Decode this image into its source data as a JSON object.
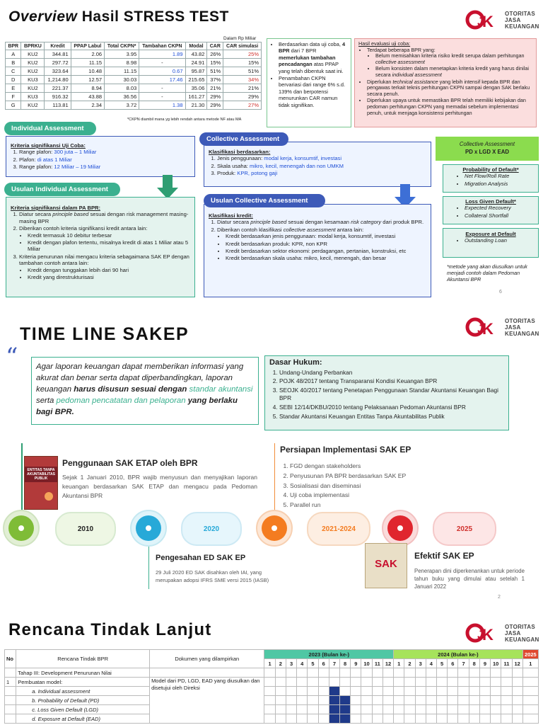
{
  "slide1": {
    "title_italic": "Overview",
    "title_rest": " Hasil STRESS TEST",
    "note_top": "Dalam Rp Miliar",
    "table": {
      "headers": [
        "BPR",
        "BPRKU",
        "Kredit",
        "PPAP Labul",
        "Total CKPN*",
        "Tambahan CKPN",
        "Modal",
        "CAR",
        "CAR simulasi"
      ],
      "rows": [
        [
          "A",
          "KU2",
          "344.81",
          "2.06",
          "3.95",
          "1.89",
          "43.82",
          "26%",
          "25%"
        ],
        [
          "B",
          "KU2",
          "297.72",
          "11.15",
          "8.98",
          "-",
          "24.91",
          "15%",
          "15%"
        ],
        [
          "C",
          "KU2",
          "323.64",
          "10.48",
          "11.15",
          "0.67",
          "95.87",
          "51%",
          "51%"
        ],
        [
          "D",
          "KU3",
          "1,214.80",
          "12.57",
          "30.03",
          "17.46",
          "215.65",
          "37%",
          "34%"
        ],
        [
          "E",
          "KU2",
          "221.37",
          "8.94",
          "8.03",
          "-",
          "35.06",
          "21%",
          "21%"
        ],
        [
          "F",
          "KU3",
          "916.32",
          "43.88",
          "36.56",
          "-",
          "161.27",
          "29%",
          "29%"
        ],
        [
          "G",
          "KU2",
          "113.81",
          "2.34",
          "3.72",
          "1.38",
          "21.30",
          "29%",
          "27%"
        ]
      ],
      "footnote": "*CKPN diambil mana yg lebih rendah antara metode NF atau MA"
    },
    "mid_box": {
      "b1_pre": "Berdasarkan data uji coba, ",
      "b1_bold": "4 BPR",
      "b1_mid": " dari 7 BPR ",
      "b1_bold2": "memerlukan tambahan pencadangan",
      "b1_post": " atas PPAP yang telah dibentuk saat ini.",
      "b2": "Penambahan CKPN bervariasi dari range 6% s.d. 139% dan berpotensi menurunkan CAR namun tidak signifikan."
    },
    "eval_box": {
      "title": "Hasil evaluasi uji coba:",
      "i1": "Terdapat beberapa BPR yang:",
      "i1a_pre": "Belum memisahkan kriteria risiko kredit serupa dalam perhitungan ",
      "i1a_it": "collective assessment",
      "i1b_pre": "Belum konsisten dalam menetapkan kriteria kredit yang harus dinilai secara ",
      "i1b_it": "individual assessment",
      "i2_pre": "Diperlukan ",
      "i2_it": "technical assistance",
      "i2_post": " yang lebih intensif kepada BPR dan pengawas terkait teknis perhitungan CKPN sampai dengan SAK berlaku secara penuh.",
      "i3": "Diperlukan upaya untuk memastikan BPR telah memiliki kebijakan dan pedoman perhitungan CKPN yang memadai sebelum implementasi penuh, untuk menjaga konsistensi perhitungan"
    },
    "ind_pill": "Individual Assessment",
    "ind_box": {
      "title": "Kriteria signifikansi Uji Coba:",
      "items": [
        [
          "Range plafon: ",
          "300 juta – 1 Miliar"
        ],
        [
          "Plafon: ",
          "di atas 1 Miliar"
        ],
        [
          "Range plafon: ",
          "12 Miliar – 19 Miliar"
        ]
      ]
    },
    "usul_ind_pill": "Usulan Individual Assessment",
    "usul_ind_box": {
      "title": "Kriteria signifikansi dalam PA BPR:",
      "i1_pre": "Diatur secara ",
      "i1_it": "principle based",
      "i1_post": " sesuai dengan risk management masing-masing BPR",
      "i2": "Diberikan contoh kriteria signifikansi kredit antara lain:",
      "i2a": "Kredit termasuk 10 debitur terbesar",
      "i2b": "Kredit dengan plafon tertentu, misalnya kredit di atas 1 Miliar atau 5 Miliar",
      "i3": "Kriteria penurunan nilai mengacu kriteria sebagaimana SAK EP dengan tambahan contoh antara lain:",
      "i3a": "Kredit dengan tunggakan lebih dari 90 hari",
      "i3b": "Kredit yang direstrukturisasi"
    },
    "coll_pill": "Collective Assessment",
    "coll_box": {
      "title": "Klasifikasi berdasarkan:",
      "items": [
        [
          "Jenis penggunaan: ",
          "modal kerja, konsumtif, investasi"
        ],
        [
          "Skala usaha: ",
          "mikro, kecil, menengah dan non UMKM"
        ],
        [
          "Produk: ",
          "KPR, potong gaji"
        ]
      ]
    },
    "usul_coll_pill": "Usulan Collective Assessment",
    "usul_coll_box": {
      "title": "Klasifikasi kredit:",
      "i1_pre": "Diatur secara ",
      "i1_it": "principle based",
      "i1_mid": " sesuai dengan kesamaan ",
      "i1_it2": "risk category",
      "i1_post": " dari produk BPR.",
      "i2_pre": "Diberikan contoh klasifikasi ",
      "i2_it": "collective assessment",
      "i2_post": " antara lain:",
      "subs": [
        "Kredit berdasarkan jenis penggunaan: modal kerja, konsumtif, investasi",
        "Kredit berdasarkan produk: KPR, non KPR",
        "Kredit berdasarkan sektor ekonomi: perdagangan, pertanian, konstruksi, etc",
        "Kredit berdasarkan skala usaha: mikro, kecil, menengah, dan besar"
      ]
    },
    "formula_title": "Collective Assessment",
    "formula_sub": "PD x LGD X EAD",
    "pd_title": "Probability of Default*",
    "pd_items": [
      "Net Flow/Roll Rate",
      "Migration Analysis"
    ],
    "lgd_title": "Loss Given Default*",
    "lgd_items": [
      "Expected Recovery",
      "Collateral Shortfall"
    ],
    "ead_title": "Exposure at Default",
    "ead_items": [
      "Outstanding Loan"
    ],
    "metode_note": "*metode yang akan diusulkan untuk menjadi contoh dalam Pedoman Akuntansi BPR",
    "page": "6"
  },
  "ojk": {
    "l1": "OTORITAS",
    "l2": "JASA",
    "l3": "KEUANGAN"
  },
  "slide2": {
    "title": "TIME LINE SAKEP",
    "quote_mark": "“",
    "quote_pre": "Agar laporan keuangan dapat memberikan informasi yang akurat dan benar serta dapat diperbandingkan, laporan keuangan ",
    "quote_bold": "harus disusun sesuai dengan",
    "quote_green1": "standar akuntansi",
    "quote_serta": " serta ",
    "quote_green2": "pedoman pencatatan dan pelaporan",
    "quote_tail": " yang berlaku bagi BPR.",
    "dasar_title": "Dasar Hukum:",
    "dasar": [
      "Undang-Undang Perbankan",
      "POJK 48/2017 tentang Transparansi Kondisi Keuangan BPR",
      "SEOJK 40/2017 tentang Penetapan Penggunaan Standar Akuntansi Keuangan Bagi BPR",
      "SEBI 12/14/DKBU/2010 tentang Pelaksanaan Pedoman Akuntansi BPR",
      "Standar Akuntansi Keuangan Entitas Tanpa Akuntabilitas Publik"
    ],
    "etap_title": "Penggunaan SAK ETAP oleh BPR",
    "etap_text": "Sejak 1 Januari 2010, BPR wajib menyusun dan menyajikan laporan keuangan berdasarkan SAK ETAP dan mengacu pada Pedoman Akuntansi BPR",
    "etap_book": "ENTITAS TANPA AKUNTABILITAS PUBLIK",
    "persiapan_title": "Persiapan Implementasi SAK EP",
    "persiapan": [
      "FGD dengan stakeholders",
      "Penyusunan PA BPR berdasarkan SAK EP",
      "Sosialisasi dan diseminasi",
      "Uji coba implementasi",
      "Parallel run"
    ],
    "years": [
      "2010",
      "2020",
      "2021-2024",
      "2025"
    ],
    "pengesahan_title": "Pengesahan ED SAK EP",
    "pengesahan_text": "29 Juli 2020 ED SAK disahkan oleh IAI, yang merupakan adopsi IFRS SME versi 2015 (IASB)",
    "efektif_title": "Efektif SAK EP",
    "efektif_text": "Penerapan dini diperkenankan untuk periode tahun buku yang dimulai atau setelah 1 Januari 2022",
    "sak_book": "SAK",
    "page": "2"
  },
  "slide3": {
    "title": "Rencana Tindak Lanjut",
    "col_no": "No",
    "col_rencana": "Rencana Tindak BPR",
    "col_dok": "Dokumen yang dilampirkan",
    "y2023": "2023 (Bulan ke-)",
    "y2024": "2024 (Bulan ke-)",
    "y2025": "2025",
    "months23": [
      "1",
      "2",
      "3",
      "4",
      "5",
      "6",
      "7",
      "8",
      "9",
      "10",
      "11",
      "12"
    ],
    "months24": [
      "1",
      "2",
      "3",
      "4",
      "5",
      "6",
      "7",
      "8",
      "9",
      "10",
      "11",
      "12"
    ],
    "months25": [
      "1"
    ],
    "tahap": "Tahap III: Development Penurunan Nilai",
    "row_no": "1",
    "row_title": "Pembuatan model:",
    "row_items": [
      "a. Individual assessment",
      "b. Probability of Default (PD)",
      "c. Loss Given Default (LGD)",
      "d. Exposure at Default (EAD)"
    ],
    "dokumen": "Model dari PD, LGD, EAD yang diusulkan dan disetujui oleh Direksi"
  },
  "colors": {
    "green": "#3bb08f",
    "blue": "#3d5ab8",
    "red": "#d0312d",
    "navy": "#1f3a8a"
  }
}
